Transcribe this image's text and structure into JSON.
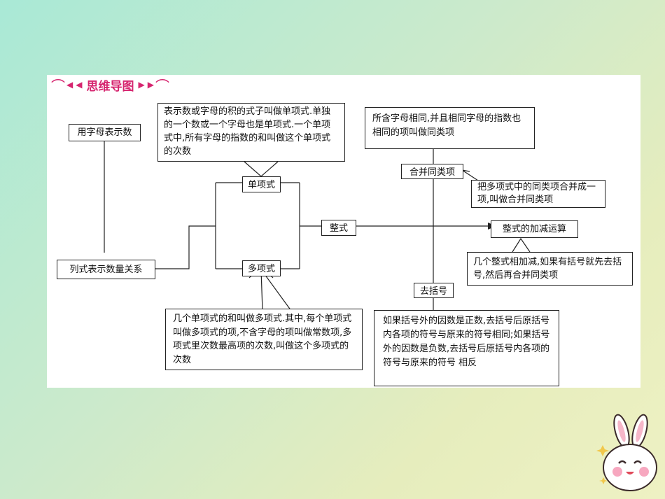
{
  "header": {
    "title": "思维导图"
  },
  "nodes": {
    "letters": "用字母表示数",
    "expr": "列式表示数量关系",
    "monomial": "单项式",
    "polynomial": "多项式",
    "integral": "整式",
    "add_sub": "整式的加减运算",
    "like_terms_combine": "合并同类项",
    "remove_brackets": "去括号"
  },
  "notes": {
    "monomial_def": "表示数或字母的积的式子叫做单项式.单独的一个数或一个字母也是单项式.一个单项式中,所有字母的指数的和叫做这个单项式的次数",
    "polynomial_def": "几个单项式的和叫做多项式.其中,每个单项式叫做多项式的项,不含字母的项叫做常数项,多项式里次数最高项的次数,叫做这个多项式的次数",
    "like_terms_def": "所含字母相同,并且相同字母的指数也相同的项叫做同类项",
    "combine_def": "把多项式中的同类项合并成一项,叫做合并同类项",
    "add_sub_def": "几个整式相加减,如果有括号就先去括号,然后再合并同类项",
    "brackets_def": "如果括号外的因数是正数,去括号后原括号内各项的符号与原来的符号相同;如果括号外的因数是负数,去括号后原括号内各项的符号与原来的符号 相反"
  },
  "colors": {
    "header": "#d6256f",
    "line": "#222222"
  },
  "icons": {
    "mascot": "bunny-mascot-icon",
    "header_arrows": "chevron-icon"
  }
}
